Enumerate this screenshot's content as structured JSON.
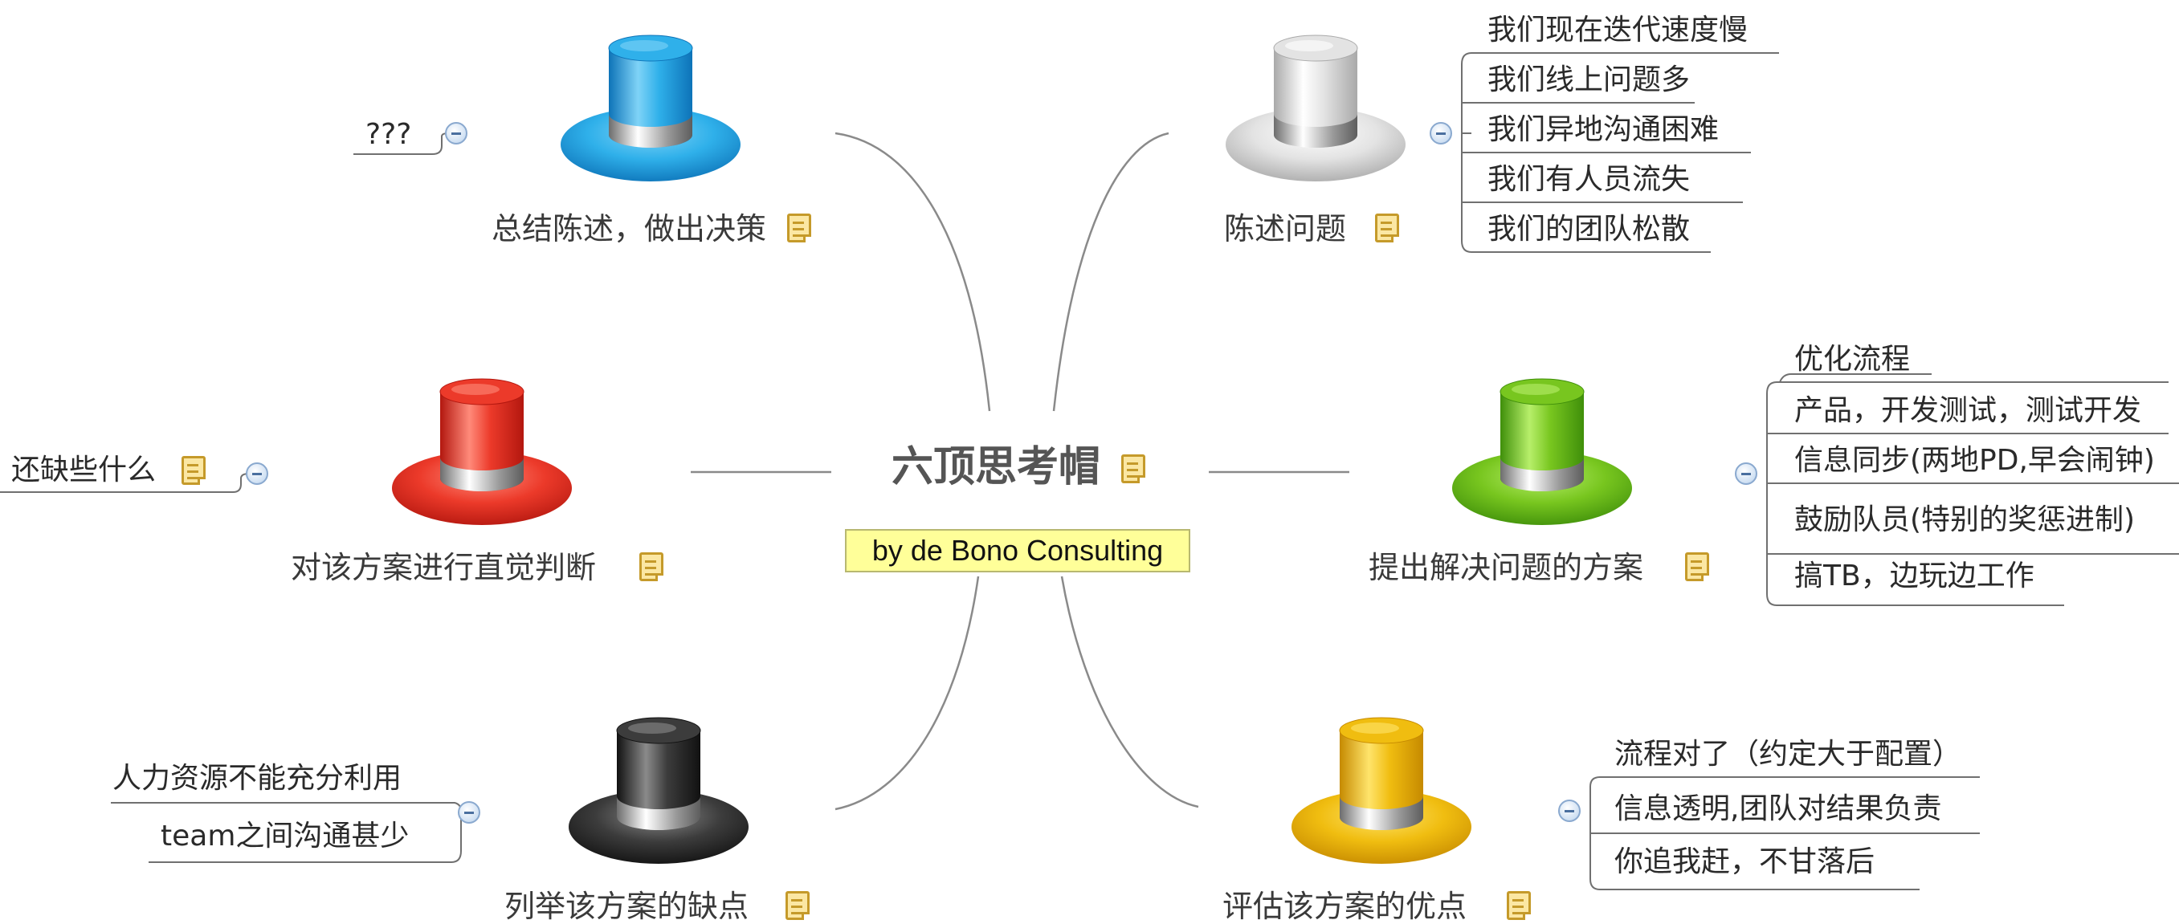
{
  "central": {
    "title": "六顶思考帽",
    "subtitle": "by de Bono Consulting"
  },
  "topics": {
    "blue": {
      "label": "总结陈述，做出决策",
      "children": [
        "???"
      ]
    },
    "white": {
      "label": "陈述问题",
      "children": [
        "我们现在迭代速度慢",
        "我们线上问题多",
        "我们异地沟通困难",
        "我们有人员流失",
        "我们的团队松散"
      ]
    },
    "red": {
      "label": "对该方案进行直觉判断",
      "children": [
        "还缺些什么"
      ]
    },
    "green": {
      "label": "提出解决问题的方案",
      "children": [
        "优化流程",
        "产品，开发测试，测试开发",
        "信息同步(两地PD,早会闹钟)",
        "鼓励队员(特别的奖惩进制)",
        "搞TB，边玩边工作"
      ]
    },
    "black": {
      "label": "列举该方案的缺点",
      "children": [
        "人力资源不能充分利用",
        "team之间沟通甚少"
      ]
    },
    "yellow": {
      "label": "评估该方案的优点",
      "children": [
        "流程对了（约定大于配置）",
        "信息透明,团队对结果负责",
        "你追我赶，不甘落后"
      ]
    }
  },
  "hat_colors": {
    "blue": [
      "#0d73b8",
      "#2fb0ea",
      "#7fd3f7"
    ],
    "white": [
      "#a9a9a9",
      "#e3e3e3",
      "#ffffff"
    ],
    "red": [
      "#b3170f",
      "#ec3a2a",
      "#ff8a7a"
    ],
    "green": [
      "#3f8f0a",
      "#78c61f",
      "#b7ef6a"
    ],
    "black": [
      "#111111",
      "#3c3c3c",
      "#8a8a8a"
    ],
    "yellow": [
      "#c68a00",
      "#f0bd10",
      "#ffe46b"
    ]
  },
  "icons": [
    "top-hat-icon",
    "note-icon",
    "collapse-icon"
  ]
}
